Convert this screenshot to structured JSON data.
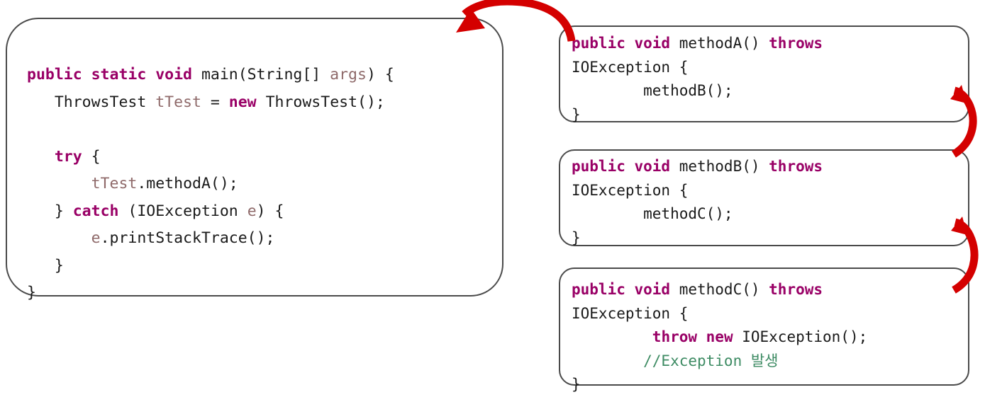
{
  "diagram": {
    "title": "Java checked exception propagation (throws chain)",
    "accent_color": "#d40000",
    "box_border_color": "#4a4a4a",
    "keyword_color": "#990066",
    "variable_color": "#8f6a6a",
    "comment_color": "#3d8b63",
    "background_color": "#ffffff"
  },
  "boxes": {
    "main": {
      "name": "main-method-box",
      "lines": [
        {
          "id": "m1",
          "tokens": [
            {
              "t": "public static void ",
              "c": "kw"
            },
            {
              "t": "main(String[] ",
              "c": "pl"
            },
            {
              "t": "args",
              "c": "var"
            },
            {
              "t": ") {",
              "c": "pl"
            }
          ]
        },
        {
          "id": "m2",
          "tokens": [
            {
              "t": "   ThrowsTest ",
              "c": "pl"
            },
            {
              "t": "tTest",
              "c": "var"
            },
            {
              "t": " = ",
              "c": "pl"
            },
            {
              "t": "new",
              "c": "kw"
            },
            {
              "t": " ThrowsTest();",
              "c": "pl"
            }
          ]
        },
        {
          "id": "m3",
          "tokens": [
            {
              "t": "",
              "c": "pl"
            }
          ]
        },
        {
          "id": "m4",
          "tokens": [
            {
              "t": "   ",
              "c": "pl"
            },
            {
              "t": "try",
              "c": "kw"
            },
            {
              "t": " {",
              "c": "pl"
            }
          ]
        },
        {
          "id": "m5",
          "tokens": [
            {
              "t": "       ",
              "c": "pl"
            },
            {
              "t": "tTest",
              "c": "var"
            },
            {
              "t": ".methodA();",
              "c": "pl"
            }
          ]
        },
        {
          "id": "m6",
          "tokens": [
            {
              "t": "   } ",
              "c": "pl"
            },
            {
              "t": "catch",
              "c": "kw"
            },
            {
              "t": " (IOException ",
              "c": "pl"
            },
            {
              "t": "e",
              "c": "var"
            },
            {
              "t": ") {",
              "c": "pl"
            }
          ]
        },
        {
          "id": "m7",
          "tokens": [
            {
              "t": "       ",
              "c": "pl"
            },
            {
              "t": "e",
              "c": "var"
            },
            {
              "t": ".printStackTrace();",
              "c": "pl"
            }
          ]
        },
        {
          "id": "m8",
          "tokens": [
            {
              "t": "   }",
              "c": "pl"
            }
          ]
        },
        {
          "id": "m9",
          "tokens": [
            {
              "t": "}",
              "c": "pl"
            }
          ]
        }
      ]
    },
    "method_a": {
      "name": "method-a-box",
      "lines": [
        {
          "id": "a1",
          "tokens": [
            {
              "t": "public void ",
              "c": "kw"
            },
            {
              "t": "methodA() ",
              "c": "pl"
            },
            {
              "t": "throws",
              "c": "kw"
            }
          ]
        },
        {
          "id": "a2",
          "tokens": [
            {
              "t": "IOException {",
              "c": "pl"
            }
          ]
        },
        {
          "id": "a3",
          "tokens": [
            {
              "t": "        methodB();",
              "c": "pl"
            }
          ]
        },
        {
          "id": "a4",
          "tokens": [
            {
              "t": "}",
              "c": "pl"
            }
          ]
        }
      ]
    },
    "method_b": {
      "name": "method-b-box",
      "lines": [
        {
          "id": "b1",
          "tokens": [
            {
              "t": "public void ",
              "c": "kw"
            },
            {
              "t": "methodB() ",
              "c": "pl"
            },
            {
              "t": "throws",
              "c": "kw"
            }
          ]
        },
        {
          "id": "b2",
          "tokens": [
            {
              "t": "IOException {",
              "c": "pl"
            }
          ]
        },
        {
          "id": "b3",
          "tokens": [
            {
              "t": "        methodC();",
              "c": "pl"
            }
          ]
        },
        {
          "id": "b4",
          "tokens": [
            {
              "t": "}",
              "c": "pl"
            }
          ]
        }
      ]
    },
    "method_c": {
      "name": "method-c-box",
      "lines": [
        {
          "id": "c1",
          "tokens": [
            {
              "t": "public void ",
              "c": "kw"
            },
            {
              "t": "methodC() ",
              "c": "pl"
            },
            {
              "t": "throws",
              "c": "kw"
            }
          ]
        },
        {
          "id": "c2",
          "tokens": [
            {
              "t": "IOException {",
              "c": "pl"
            }
          ]
        },
        {
          "id": "c3",
          "tokens": [
            {
              "t": "         ",
              "c": "pl"
            },
            {
              "t": "throw new",
              "c": "kw"
            },
            {
              "t": " IOException();",
              "c": "pl"
            }
          ]
        },
        {
          "id": "c4",
          "tokens": [
            {
              "t": "        //Exception 발생",
              "c": "cmt"
            }
          ]
        },
        {
          "id": "c5",
          "tokens": [
            {
              "t": "}",
              "c": "pl"
            }
          ]
        }
      ]
    }
  },
  "arrows": [
    {
      "name": "arrow-methoda-to-main",
      "from": "method_a",
      "to": "main",
      "direction": "left",
      "color": "#d40000"
    },
    {
      "name": "arrow-methodb-to-methoda",
      "from": "method_b",
      "to": "method_a",
      "direction": "up",
      "color": "#d40000"
    },
    {
      "name": "arrow-methodc-to-methodb",
      "from": "method_c",
      "to": "method_b",
      "direction": "up",
      "color": "#d40000"
    }
  ]
}
